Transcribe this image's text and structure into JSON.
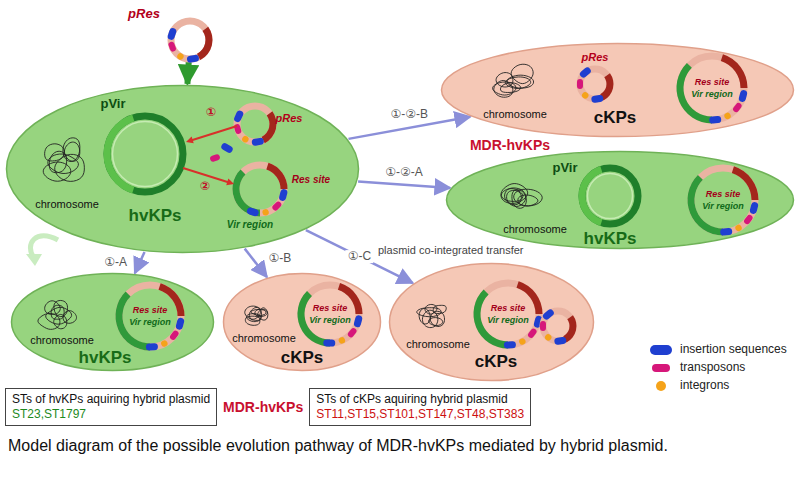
{
  "diagram": {
    "caption": "Model diagram of the possible evolution pathway of MDR-hvKPs mediated by hybrid plasmid.",
    "nodes": [
      {
        "text": [
          "pRes"
        ]
      },
      {
        "text": [
          "pVir",
          "pRes",
          "Res site",
          "Vir region",
          "chromosome",
          "hvKPs"
        ]
      },
      {
        "text": [
          "chromosome",
          "pRes",
          "cKPs",
          "Res site",
          "Vir region"
        ]
      },
      {
        "text": [
          "chromosome",
          "pVir",
          "hvKPs",
          "Res site",
          "Vir region"
        ]
      },
      {
        "text": [
          "Vir region",
          "Res site",
          "chromosome",
          "hvKPs"
        ]
      },
      {
        "text": [
          "Vir region",
          "Res site",
          "chromosome",
          "cKPs"
        ]
      },
      {
        "text": [
          "Vir region",
          "Res site",
          "chromosome",
          "cKPs"
        ]
      },
      {
        "text": [
          "STs of hvKPs aquiring hybrid plasmid",
          "ST23,ST1797"
        ]
      },
      {
        "text": [
          "STs of cKPs aquiring hybrid plasmid",
          "ST11,ST15,ST101,ST147,ST48,ST383"
        ]
      }
    ],
    "edges": [
      {
        "from": 0,
        "to": 1,
        "arrow": "to"
      },
      {
        "from": 1,
        "to": 2,
        "label": "①-②-B",
        "arrow": "to"
      },
      {
        "from": 1,
        "to": 3,
        "label": "①-②-A",
        "arrow": "to"
      },
      {
        "from": 1,
        "to": 4,
        "label": "①-A",
        "arrow": "to"
      },
      {
        "from": 1,
        "to": 5,
        "label": "①-B",
        "arrow": "to"
      },
      {
        "from": 1,
        "to": 6,
        "label": "①-C",
        "arrow": "to"
      }
    ],
    "labels": [
      "①",
      "②",
      "MDR-hvKPs",
      "MDR-hvKPs",
      "plasmid co-integrated transfer"
    ],
    "legend": [
      {
        "text": "insertion sequences",
        "color": "#1f3fd0"
      },
      {
        "text": "transposons",
        "color": "#d6177a"
      },
      {
        "text": "integrons",
        "color": "#f5a31a"
      }
    ]
  }
}
